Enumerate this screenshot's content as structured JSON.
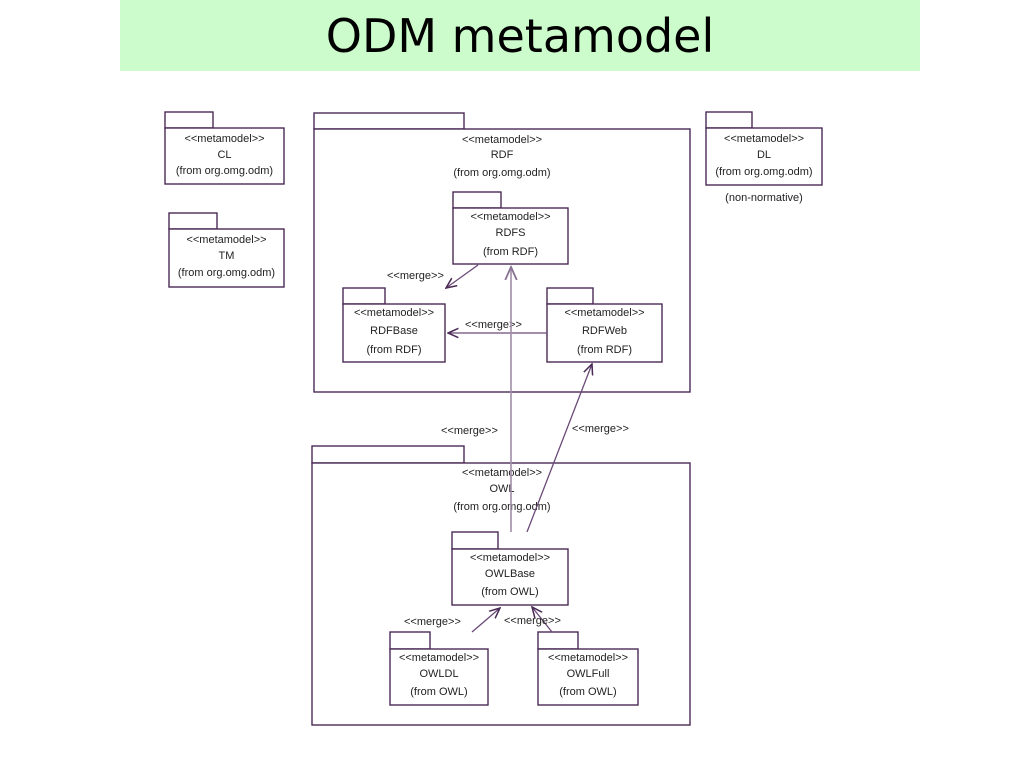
{
  "title": "ODM metamodel",
  "stereotype": "<<metamodel>>",
  "merge_label": "<<merge>>",
  "packages": {
    "cl": {
      "name": "CL",
      "origin": "(from org.omg.odm)"
    },
    "tm": {
      "name": "TM",
      "origin": "(from org.omg.odm)"
    },
    "rdf": {
      "name": "RDF",
      "origin": "(from org.omg.odm)"
    },
    "dl": {
      "name": "DL",
      "origin": "(from org.omg.odm)",
      "note": "(non-normative)"
    },
    "rdfs": {
      "name": "RDFS",
      "origin": "(from RDF)"
    },
    "rdfbase": {
      "name": "RDFBase",
      "origin": "(from RDF)"
    },
    "rdfweb": {
      "name": "RDFWeb",
      "origin": "(from RDF)"
    },
    "owl": {
      "name": "OWL",
      "origin": "(from org.omg.odm)"
    },
    "owlbase": {
      "name": "OWLBase",
      "origin": "(from OWL)"
    },
    "owldl": {
      "name": "OWLDL",
      "origin": "(from OWL)"
    },
    "owlfull": {
      "name": "OWLFull",
      "origin": "(from OWL)"
    }
  },
  "colors": {
    "title_bg": "#ccfccc",
    "line": "#4a2a55"
  }
}
